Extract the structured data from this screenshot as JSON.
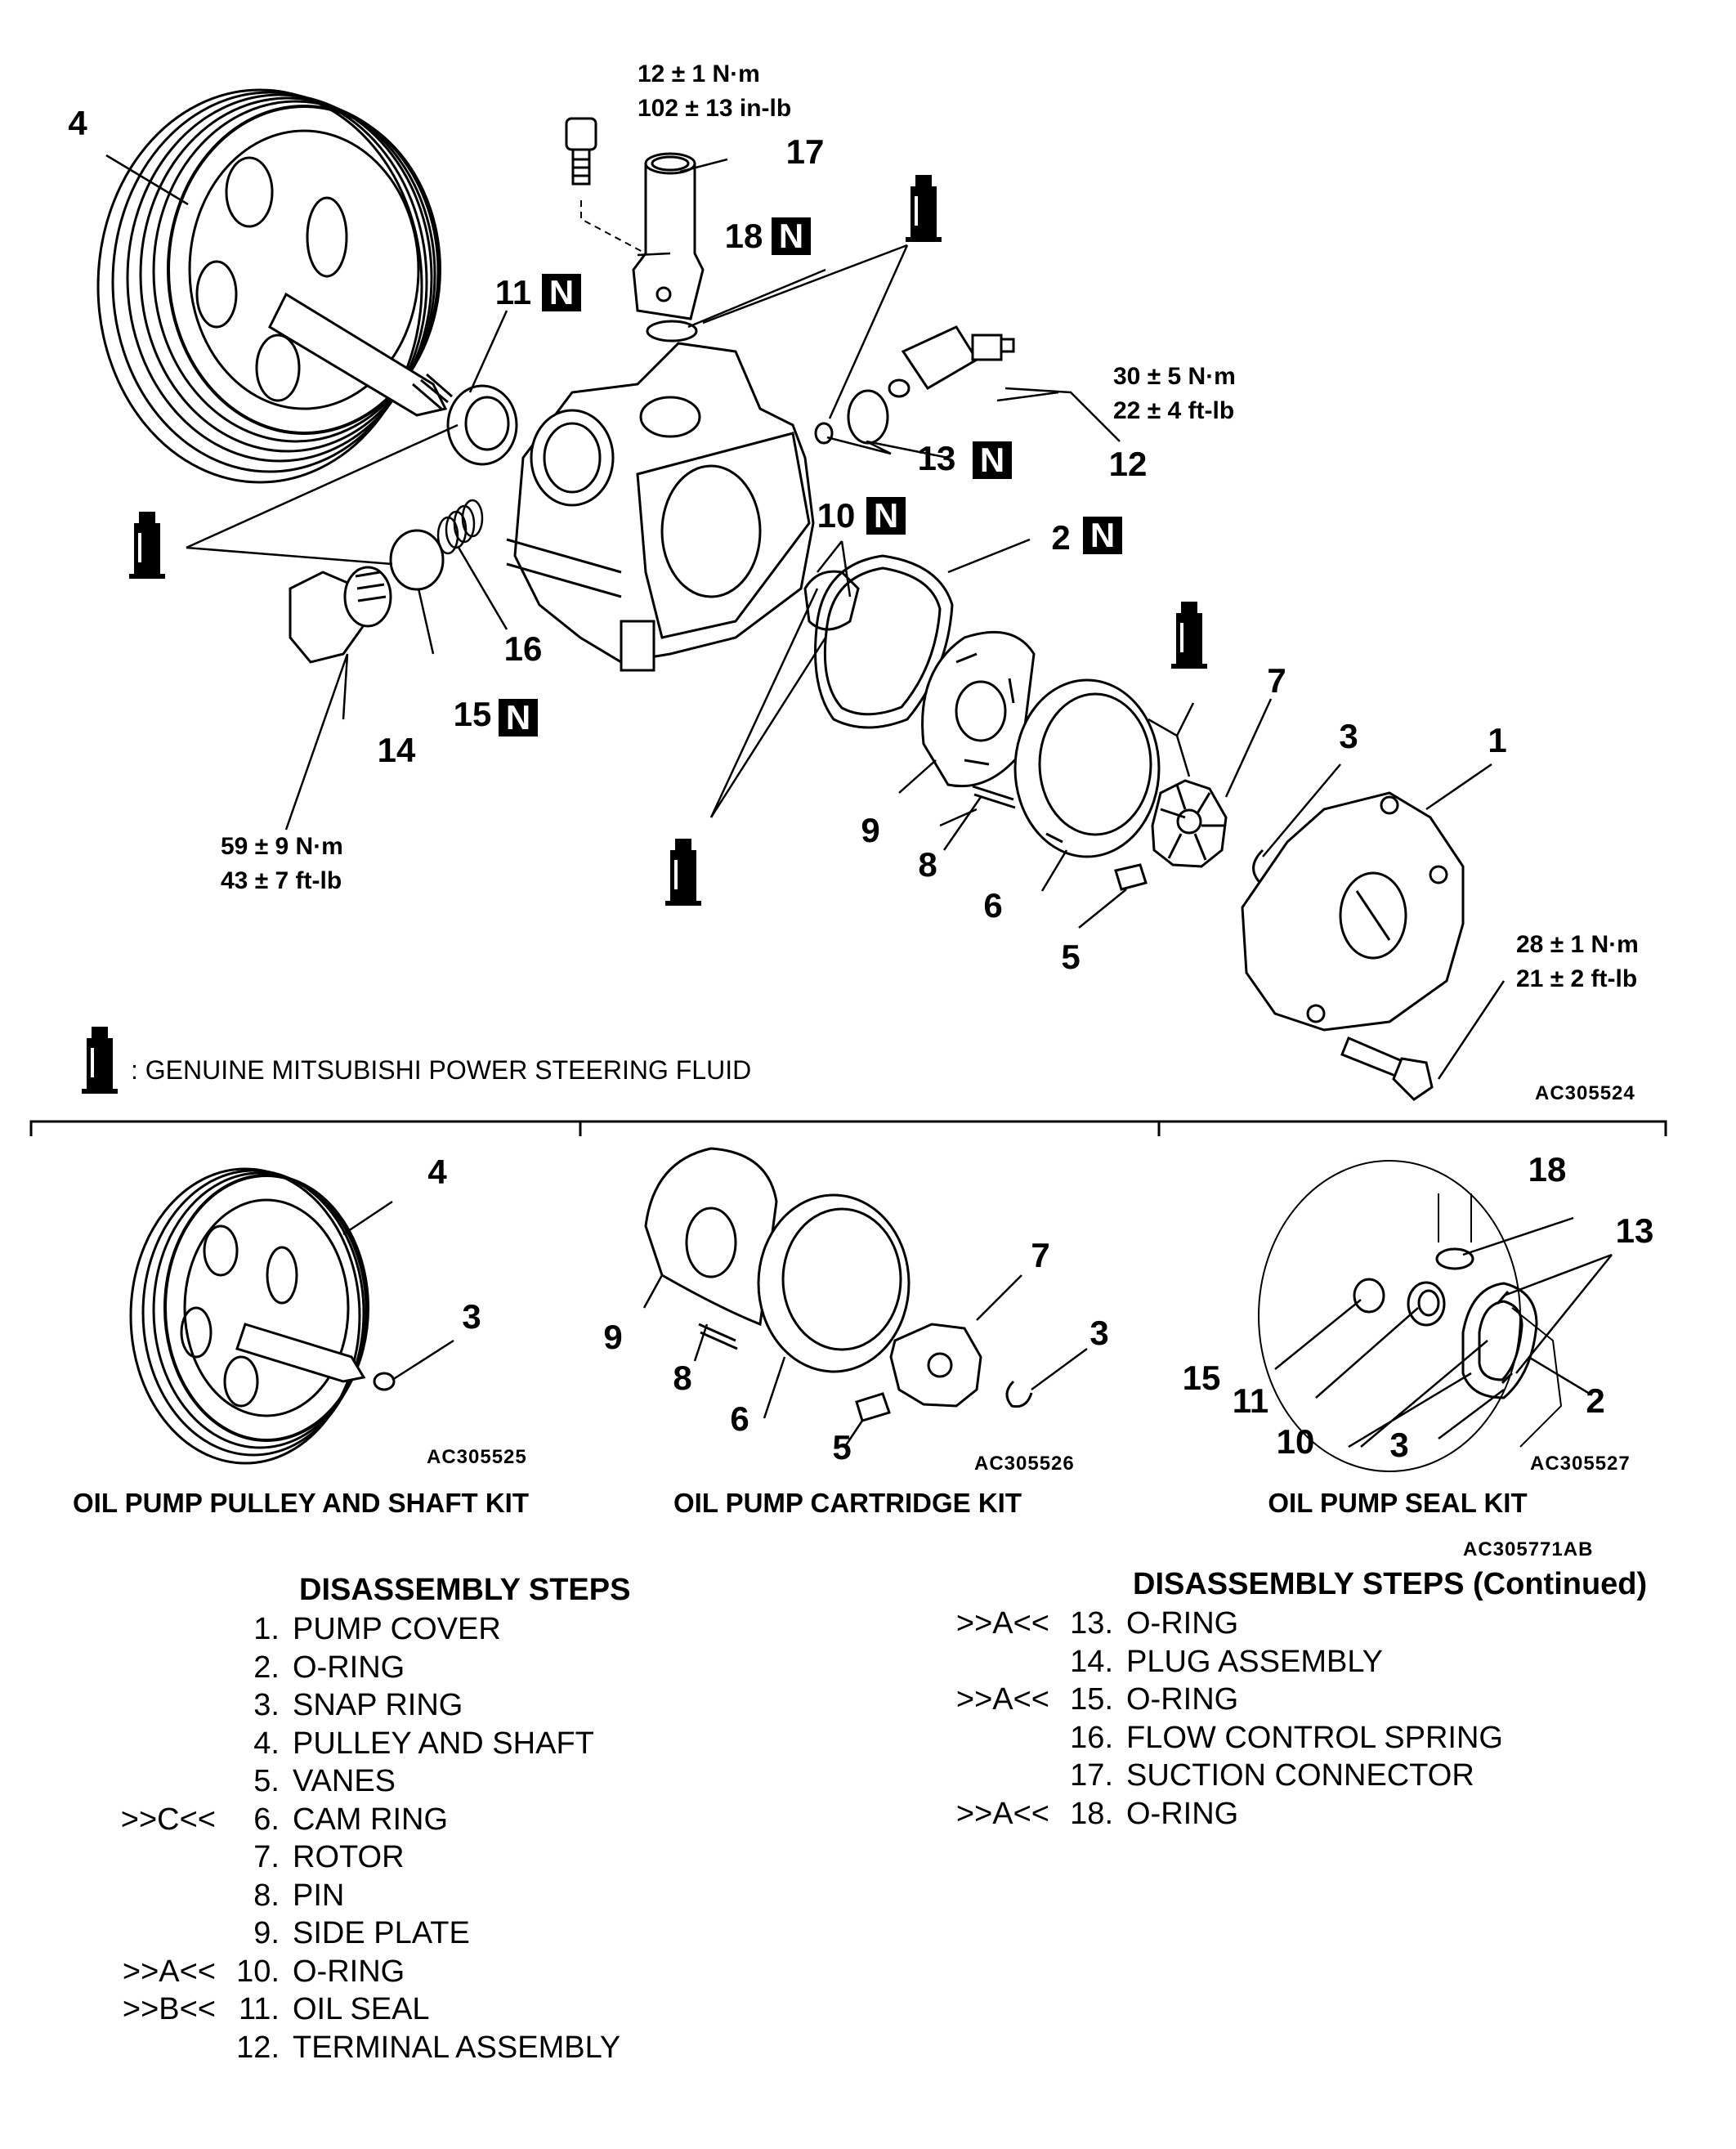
{
  "main_figure": {
    "callouts": {
      "c1": "1",
      "c2": "2",
      "c3": "3",
      "c4": "4",
      "c5": "5",
      "c6": "6",
      "c7": "7",
      "c8": "8",
      "c9": "9",
      "c10": "10",
      "c11": "11",
      "c12": "12",
      "c13": "13",
      "c14": "14",
      "c15": "15",
      "c16": "16",
      "c17": "17",
      "c18": "18"
    },
    "new_part_badge": "N",
    "torque_specs": {
      "connector_bolt": [
        "12 ± 1 N·m",
        "102 ± 13 in-lb"
      ],
      "terminal": [
        "30 ± 5 N·m",
        "22 ± 4 ft-lb"
      ],
      "plug": [
        "59 ± 9 N·m",
        "43 ± 7 ft-lb"
      ],
      "cover_bolt": [
        "28 ± 1 N·m",
        "21 ± 2 ft-lb"
      ]
    },
    "legend_text": ": GENUINE MITSUBISHI POWER STEERING FLUID",
    "figure_id": "AC305524"
  },
  "kits": [
    {
      "title": "OIL PUMP PULLEY AND SHAFT KIT",
      "figure_id": "AC305525",
      "callouts": {
        "c4": "4",
        "c3": "3"
      }
    },
    {
      "title": "OIL PUMP CARTRIDGE KIT",
      "figure_id": "AC305526",
      "callouts": {
        "c7": "7",
        "c3": "3",
        "c9": "9",
        "c8": "8",
        "c6": "6",
        "c5": "5"
      }
    },
    {
      "title": "OIL PUMP SEAL KIT",
      "figure_id": "AC305527",
      "callouts": {
        "c18": "18",
        "c13": "13",
        "c15": "15",
        "c11": "11",
        "c2": "2",
        "c10": "10",
        "c3": "3"
      }
    }
  ],
  "composite_figure_id": "AC305771AB",
  "steps": {
    "heading": "DISASSEMBLY STEPS",
    "heading_continued": "DISASSEMBLY STEPS (Continued)",
    "left": [
      {
        "ref": "",
        "num": "1.",
        "label": "PUMP COVER"
      },
      {
        "ref": "",
        "num": "2.",
        "label": "O-RING"
      },
      {
        "ref": "",
        "num": "3.",
        "label": "SNAP RING"
      },
      {
        "ref": "",
        "num": "4.",
        "label": "PULLEY AND SHAFT"
      },
      {
        "ref": "",
        "num": "5.",
        "label": "VANES"
      },
      {
        "ref": ">>C<<",
        "num": "6.",
        "label": "CAM RING"
      },
      {
        "ref": "",
        "num": "7.",
        "label": "ROTOR"
      },
      {
        "ref": "",
        "num": "8.",
        "label": "PIN"
      },
      {
        "ref": "",
        "num": "9.",
        "label": "SIDE PLATE"
      },
      {
        "ref": ">>A<<",
        "num": "10.",
        "label": "O-RING"
      },
      {
        "ref": ">>B<<",
        "num": "11.",
        "label": "OIL SEAL"
      },
      {
        "ref": "",
        "num": "12.",
        "label": "TERMINAL ASSEMBLY"
      }
    ],
    "right": [
      {
        "ref": ">>A<<",
        "num": "13.",
        "label": "O-RING"
      },
      {
        "ref": "",
        "num": "14.",
        "label": "PLUG ASSEMBLY"
      },
      {
        "ref": ">>A<<",
        "num": "15.",
        "label": "O-RING"
      },
      {
        "ref": "",
        "num": "16.",
        "label": "FLOW CONTROL SPRING"
      },
      {
        "ref": "",
        "num": "17.",
        "label": "SUCTION CONNECTOR"
      },
      {
        "ref": ">>A<<",
        "num": "18.",
        "label": "O-RING"
      }
    ]
  }
}
